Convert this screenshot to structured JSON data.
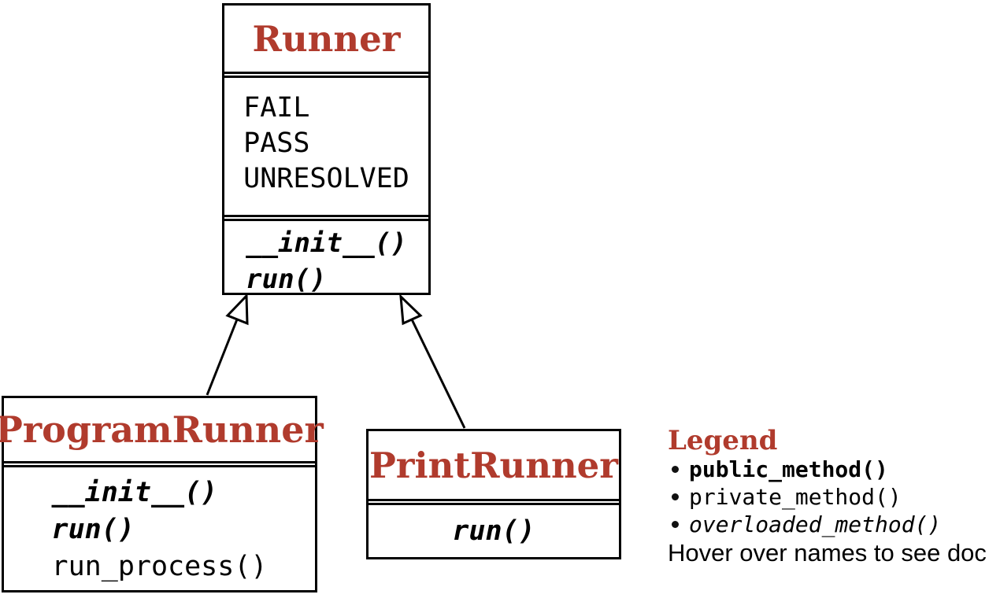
{
  "colors": {
    "class_title_red": "#b03b2d",
    "border_black": "#000000",
    "background": "#ffffff",
    "text": "#000000"
  },
  "classes": {
    "runner": {
      "title": "Runner",
      "attributes": [
        "FAIL",
        "PASS",
        "UNRESOLVED"
      ],
      "methods": [
        {
          "label": "__init__()",
          "kind": "public overloaded"
        },
        {
          "label": "run()",
          "kind": "public overloaded"
        }
      ]
    },
    "program_runner": {
      "title": "ProgramRunner",
      "attributes": [],
      "methods": [
        {
          "label": "__init__()",
          "kind": "public overloaded"
        },
        {
          "label": "run()",
          "kind": "public overloaded"
        },
        {
          "label": "run_process()",
          "kind": "private"
        }
      ]
    },
    "print_runner": {
      "title": "PrintRunner",
      "attributes": [],
      "methods": [
        {
          "label": "run()",
          "kind": "public overloaded"
        }
      ]
    }
  },
  "relations": [
    {
      "from": "ProgramRunner",
      "to": "Runner",
      "type": "inheritance"
    },
    {
      "from": "PrintRunner",
      "to": "Runner",
      "type": "inheritance"
    }
  ],
  "legend": {
    "title": "Legend",
    "items": [
      {
        "label": "public_method()",
        "style": "public"
      },
      {
        "label": "private_method()",
        "style": "private"
      },
      {
        "label": "overloaded_method()",
        "style": "overloaded"
      }
    ],
    "note": "Hover over names to see doc"
  }
}
